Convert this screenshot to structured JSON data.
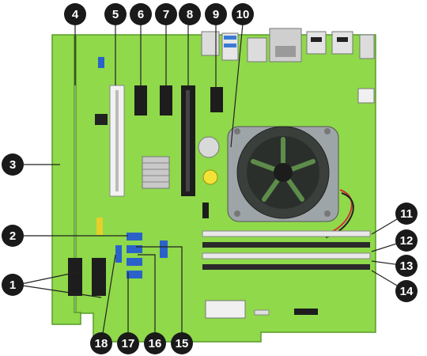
{
  "figure": {
    "board_color": "#8fd94a",
    "callout_fill": "#1a1a1a",
    "callout_text_color": "#ffffff",
    "leader_color": "#222222",
    "background": "#ffffff"
  },
  "callouts": [
    {
      "id": "c1",
      "label": "1"
    },
    {
      "id": "c2",
      "label": "2"
    },
    {
      "id": "c3",
      "label": "3"
    },
    {
      "id": "c4",
      "label": "4"
    },
    {
      "id": "c5",
      "label": "5"
    },
    {
      "id": "c6",
      "label": "6"
    },
    {
      "id": "c7",
      "label": "7"
    },
    {
      "id": "c8",
      "label": "8"
    },
    {
      "id": "c9",
      "label": "9"
    },
    {
      "id": "c10",
      "label": "10"
    },
    {
      "id": "c11",
      "label": "11"
    },
    {
      "id": "c12",
      "label": "12"
    },
    {
      "id": "c13",
      "label": "13"
    },
    {
      "id": "c14",
      "label": "14"
    },
    {
      "id": "c15",
      "label": "15"
    },
    {
      "id": "c16",
      "label": "16"
    },
    {
      "id": "c17",
      "label": "17"
    },
    {
      "id": "c18",
      "label": "18"
    }
  ]
}
